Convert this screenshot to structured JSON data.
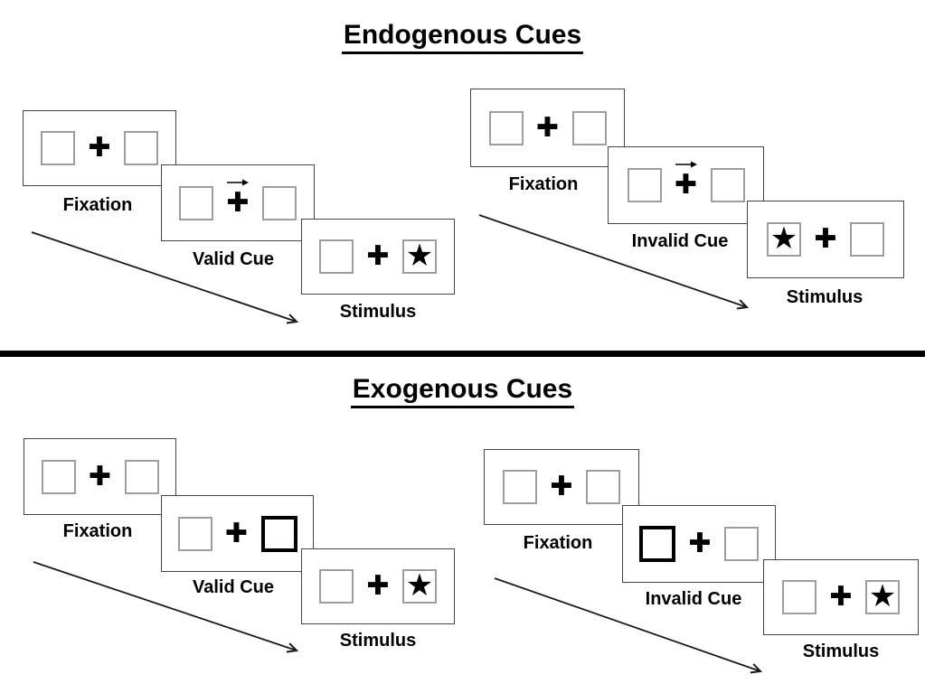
{
  "glyphs": {
    "plus": "✚",
    "star": "★"
  },
  "colors": {
    "ink": "#000000",
    "placeholder_box_border": "#9e9e9e",
    "panel_border": "#444444"
  },
  "sections": [
    {
      "title": "Endogenous Cues",
      "sequences": [
        {
          "name": "valid",
          "cue_type": "central-arrow-right",
          "panels": [
            {
              "label": "Fixation"
            },
            {
              "label": "Valid Cue",
              "cue": "arrow-right-above-fixation-cross"
            },
            {
              "label": "Stimulus",
              "star_side": "right"
            }
          ]
        },
        {
          "name": "invalid",
          "cue_type": "central-arrow-right",
          "panels": [
            {
              "label": "Fixation"
            },
            {
              "label": "Invalid Cue",
              "cue": "arrow-right-above-fixation-cross"
            },
            {
              "label": "Stimulus",
              "star_side": "left"
            }
          ]
        }
      ]
    },
    {
      "title": "Exogenous Cues",
      "sequences": [
        {
          "name": "valid",
          "cue_type": "peripheral-thick-box",
          "panels": [
            {
              "label": "Fixation"
            },
            {
              "label": "Valid Cue",
              "cue": "thick-box-right"
            },
            {
              "label": "Stimulus",
              "star_side": "right"
            }
          ]
        },
        {
          "name": "invalid",
          "cue_type": "peripheral-thick-box",
          "panels": [
            {
              "label": "Fixation"
            },
            {
              "label": "Invalid Cue",
              "cue": "thick-box-left"
            },
            {
              "label": "Stimulus",
              "star_side": "right"
            }
          ]
        }
      ]
    }
  ]
}
